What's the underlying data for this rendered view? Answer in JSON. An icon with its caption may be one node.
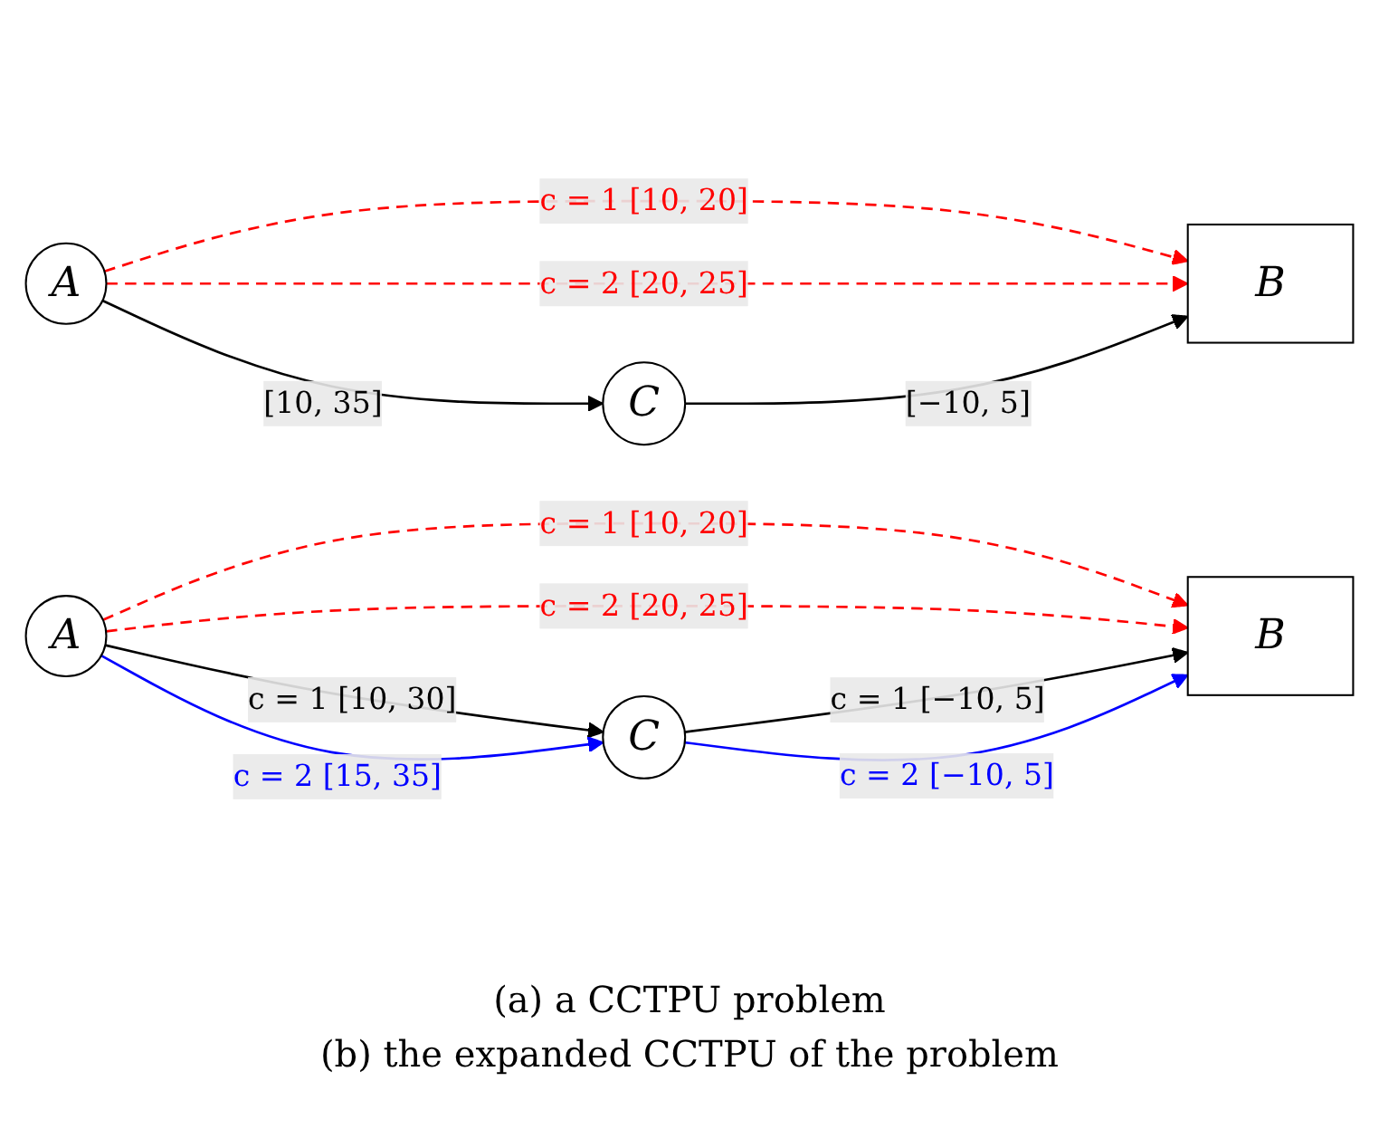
{
  "diagram": {
    "nodes": [
      {
        "text": [
          "A"
        ]
      },
      {
        "text": [
          "B"
        ]
      },
      {
        "text": [
          "C"
        ]
      },
      {
        "text": [
          "A"
        ]
      },
      {
        "text": [
          "B"
        ]
      },
      {
        "text": [
          "C"
        ]
      }
    ],
    "edges": [
      {
        "from": 0,
        "to": 2,
        "arrow": "to",
        "label": "[10, 35]"
      },
      {
        "from": 0,
        "to": 1,
        "arrow": "to",
        "label": "c = 1 [10, 20]",
        "style": "dashed",
        "color": "#ff0000"
      },
      {
        "from": 0,
        "to": 1,
        "arrow": "to",
        "label": "c = 2 [20, 25]",
        "style": "dashed",
        "color": "#ff0000"
      },
      {
        "from": 2,
        "to": 1,
        "arrow": "to",
        "label": "[−10, 5]"
      },
      {
        "from": 3,
        "to": 5,
        "arrow": "to",
        "label": "c = 1 [10, 30]"
      },
      {
        "from": 3,
        "to": 4,
        "arrow": "to",
        "label": "c = 1 [10, 20]",
        "style": "dashed",
        "color": "#ff0000"
      },
      {
        "from": 3,
        "to": 4,
        "arrow": "to",
        "label": "c = 2 [20, 25]",
        "style": "dashed",
        "color": "#ff0000"
      },
      {
        "from": 5,
        "to": 4,
        "arrow": "to",
        "label": "c = 1 [−10, 5]"
      },
      {
        "from": 5,
        "to": 4,
        "arrow": "to",
        "label": "c = 2 [−10, 5]",
        "color": "#0000ff"
      },
      {
        "from": 3,
        "to": 5,
        "arrow": "to",
        "label": "c = 2 [15, 35]",
        "color": "#0000ff"
      }
    ],
    "labels": [
      "(a) a CCTPU problem",
      "(b) the expanded CCTPU of the problem"
    ]
  }
}
